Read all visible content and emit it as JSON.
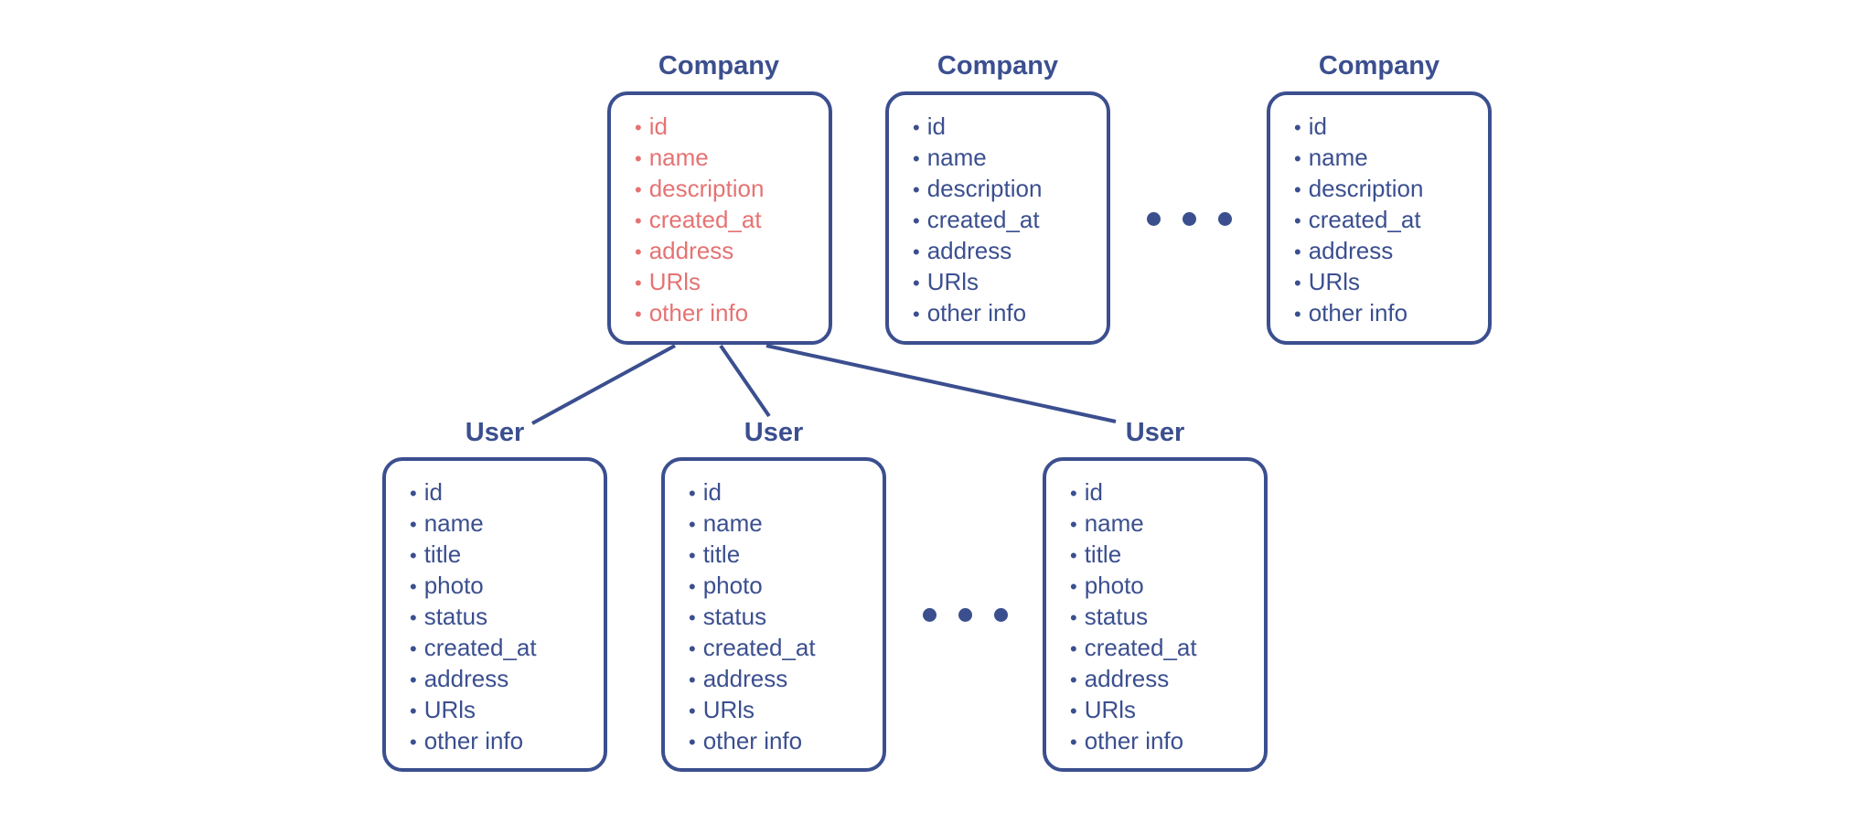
{
  "colors": {
    "primary": "#3b4f8f",
    "highlight": "#e57373"
  },
  "companies": [
    {
      "title": "Company",
      "highlighted": true,
      "fields": [
        "id",
        "name",
        "description",
        "created_at",
        "address",
        "URls",
        "other info"
      ]
    },
    {
      "title": "Company",
      "highlighted": false,
      "fields": [
        "id",
        "name",
        "description",
        "created_at",
        "address",
        "URls",
        "other info"
      ]
    },
    {
      "title": "Company",
      "highlighted": false,
      "fields": [
        "id",
        "name",
        "description",
        "created_at",
        "address",
        "URls",
        "other info"
      ]
    }
  ],
  "users": [
    {
      "title": "User",
      "fields": [
        "id",
        "name",
        "title",
        "photo",
        "status",
        "created_at",
        "address",
        "URls",
        "other info"
      ]
    },
    {
      "title": "User",
      "fields": [
        "id",
        "name",
        "title",
        "photo",
        "status",
        "created_at",
        "address",
        "URls",
        "other info"
      ]
    },
    {
      "title": "User",
      "fields": [
        "id",
        "name",
        "title",
        "photo",
        "status",
        "created_at",
        "address",
        "URls",
        "other info"
      ]
    }
  ]
}
